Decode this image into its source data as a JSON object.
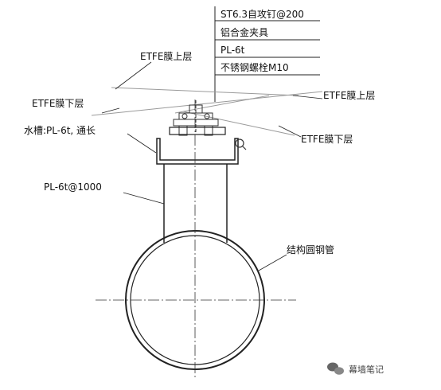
{
  "labels": {
    "screw": "ST6.3自攻钉@200",
    "clamp": "铝合金夹具",
    "plate": "PL-6t",
    "bolt": "不锈钢螺栓M10",
    "etfe_upper_left": "ETFE膜上层",
    "etfe_lower_left": "ETFE膜下层",
    "gutter": "水槽:PL-6t, 通长",
    "etfe_upper_right": "ETFE膜上层",
    "etfe_lower_right": "ETFE膜下层",
    "stiffener": "PL-6t@1000",
    "pipe": "结构圆钢管"
  },
  "watermark": {
    "text": "幕墙笔记",
    "icon": "wechat-icon"
  },
  "colors": {
    "line": "#222222",
    "membrane": "#9a9a9a",
    "text": "#111111"
  }
}
